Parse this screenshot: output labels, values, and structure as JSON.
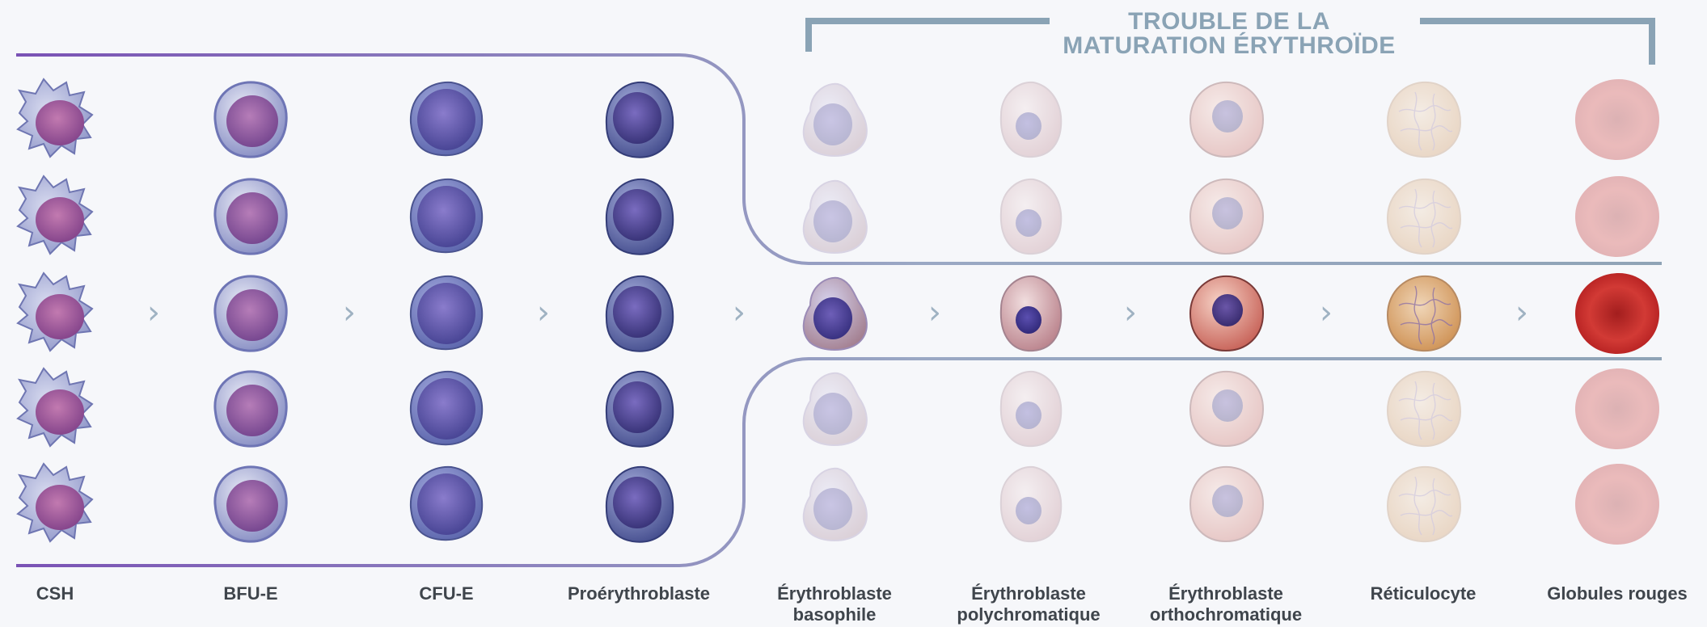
{
  "title": {
    "line1": "TROUBLE DE LA",
    "line2": "MATURATION ÉRYTHROÏDE"
  },
  "stages": [
    {
      "id": "csh",
      "line1": "CSH",
      "line2": "",
      "cell": "stem"
    },
    {
      "id": "bfu-e",
      "line1": "BFU-E",
      "line2": "",
      "cell": "bfu"
    },
    {
      "id": "cfu-e",
      "line1": "CFU-E",
      "line2": "",
      "cell": "cfu"
    },
    {
      "id": "proerythroblaste",
      "line1": "Proérythroblaste",
      "line2": "",
      "cell": "pro"
    },
    {
      "id": "erythroblaste-basophile",
      "line1": "Érythroblaste",
      "line2": "basophile",
      "cell": "baso"
    },
    {
      "id": "erythroblaste-polychromatique",
      "line1": "Érythroblaste",
      "line2": "polychromatique",
      "cell": "poly"
    },
    {
      "id": "erythroblaste-orthochromatique",
      "line1": "Érythroblaste",
      "line2": "orthochromatique",
      "cell": "ortho"
    },
    {
      "id": "reticulocyte",
      "line1": "Réticulocyte",
      "line2": "",
      "cell": "retic"
    },
    {
      "id": "globules-rouges",
      "line1": "Globules rouges",
      "line2": "",
      "cell": "rbc"
    }
  ],
  "arrow_glyph": "›",
  "colors": {
    "bracket": "#8aa3b5",
    "outline": "#8fa3b6",
    "gradient_start": "#7a52b5",
    "label": "#3f454c",
    "arrow": "#9fb2c2"
  }
}
